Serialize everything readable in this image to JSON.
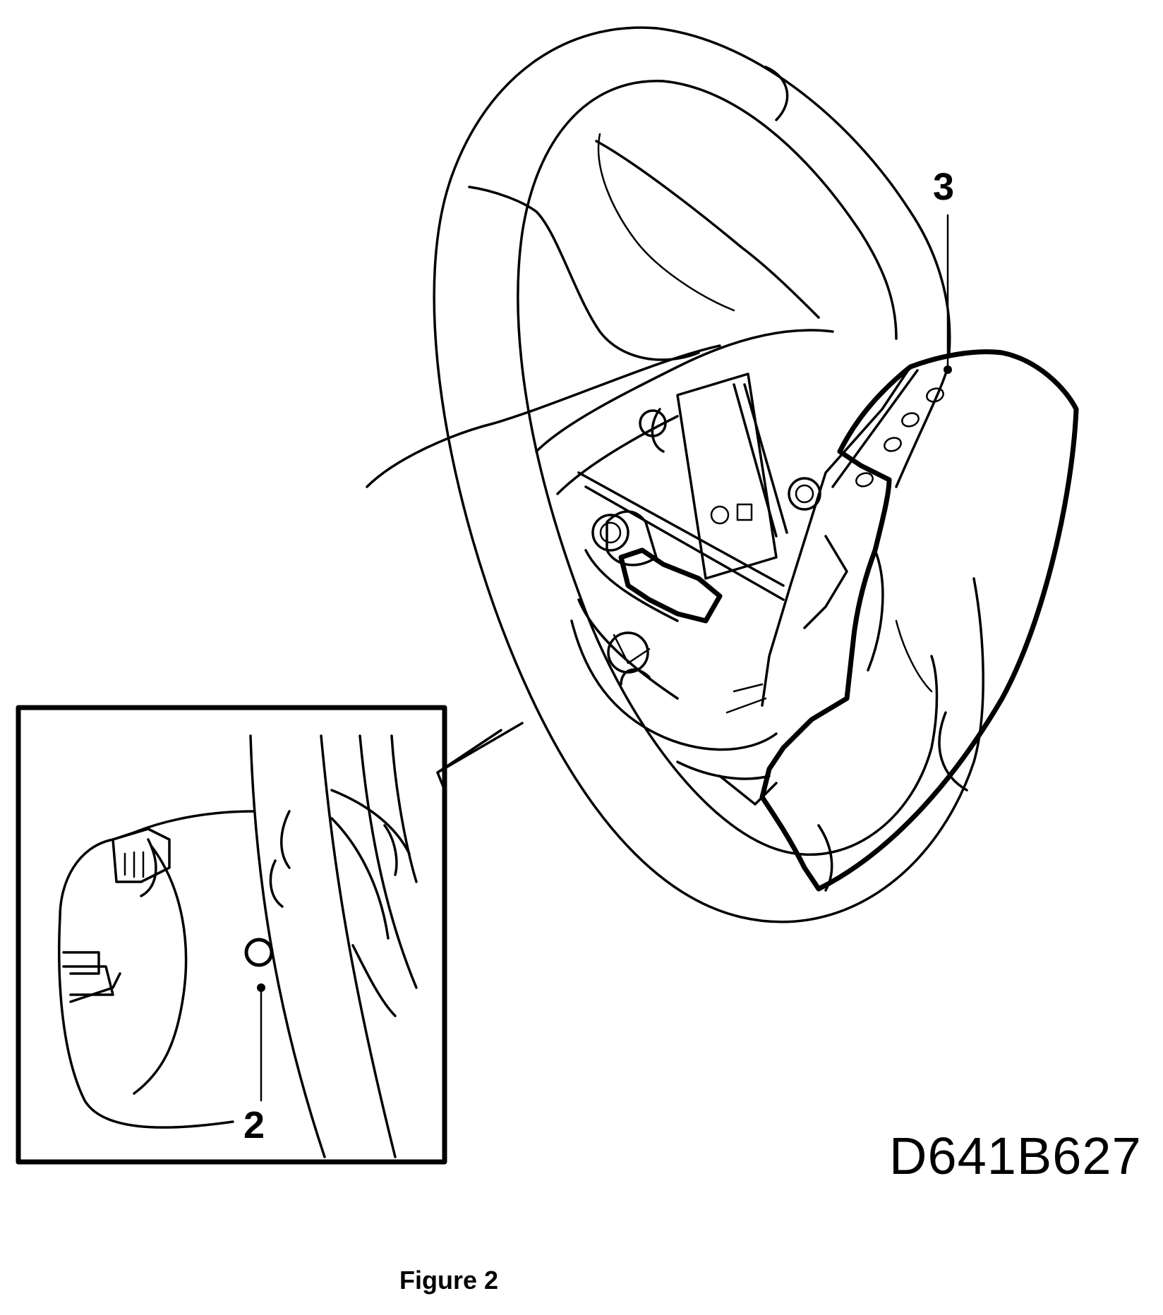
{
  "diagram": {
    "callouts": {
      "airbag_module": "3",
      "detail_hole": "2"
    },
    "drawing_code": "D641B627",
    "caption": "Figure 2"
  },
  "colors": {
    "ink": "#000000",
    "paper": "#ffffff"
  }
}
